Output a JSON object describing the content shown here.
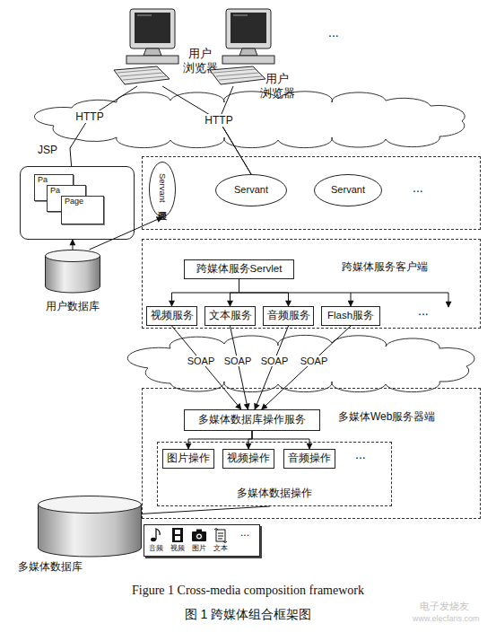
{
  "diagram": {
    "caption": "图 1 跨媒体组合框架图",
    "nodes": [
      {
        "text": [
          "用户 浏览器"
        ]
      },
      {
        "text": [
          "用户 浏览器"
        ]
      },
      {
        "text": []
      },
      {
        "text": [
          "Pa"
        ],
        "in": 2
      },
      {
        "text": [
          "Pa"
        ],
        "in": 2
      },
      {
        "text": [
          "Page"
        ],
        "in": 2
      },
      {
        "text": []
      },
      {
        "text": [
          "Servant 管理员"
        ],
        "in": 6
      },
      {
        "text": [
          "Servant"
        ],
        "in": 6
      },
      {
        "text": [
          "Servant"
        ],
        "in": 6
      },
      {
        "text": [
          "用户数据库"
        ]
      },
      {
        "text": [
          "跨媒体服务客户端"
        ]
      },
      {
        "text": [
          "跨媒体服务Servlet"
        ],
        "in": 11
      },
      {
        "text": [
          "视频服务"
        ],
        "in": 11
      },
      {
        "text": [
          "文本服务"
        ],
        "in": 11
      },
      {
        "text": [
          "音频服务"
        ],
        "in": 11
      },
      {
        "text": [
          "Flash服务"
        ],
        "in": 11
      },
      {
        "text": [
          "多媒体Web服务器端"
        ]
      },
      {
        "text": [
          "多媒体数据库操作服务"
        ],
        "in": 17
      },
      {
        "text": [
          "多媒体数据操作"
        ],
        "in": 17
      },
      {
        "text": [
          "图片操作"
        ],
        "in": 19
      },
      {
        "text": [
          "视频操作"
        ],
        "in": 19
      },
      {
        "text": [
          "音频操作"
        ],
        "in": 19
      },
      {
        "text": [
          "多媒体数据库"
        ]
      },
      {
        "text": [
          "音频",
          "视频",
          "图片",
          "文本",
          "..."
        ]
      }
    ],
    "edges": [
      {
        "from": 0,
        "to": 2,
        "label": "HTTP",
        "arrow": "none"
      },
      {
        "from": 0,
        "to": 8,
        "label": "HTTP",
        "arrow": "none"
      },
      {
        "from": 1,
        "to": 8,
        "arrow": "none"
      },
      {
        "from": 10,
        "to": 2,
        "arrow": "to"
      },
      {
        "from": 10,
        "to": 7,
        "arrow": "to"
      },
      {
        "from": 12,
        "to": 13,
        "arrow": "to"
      },
      {
        "from": 12,
        "to": 14,
        "arrow": "to"
      },
      {
        "from": 12,
        "to": 15,
        "arrow": "to"
      },
      {
        "from": 12,
        "to": 16,
        "arrow": "to"
      },
      {
        "from": 13,
        "to": 18,
        "label": "SOAP",
        "arrow": "to"
      },
      {
        "from": 14,
        "to": 18,
        "label": "SOAP",
        "arrow": "to"
      },
      {
        "from": 15,
        "to": 18,
        "label": "SOAP",
        "arrow": "to"
      },
      {
        "from": 16,
        "to": 18,
        "label": "SOAP",
        "arrow": "to"
      },
      {
        "from": 18,
        "to": 20,
        "arrow": "to"
      },
      {
        "from": 18,
        "to": 21,
        "arrow": "to"
      },
      {
        "from": 18,
        "to": 22,
        "arrow": "to"
      },
      {
        "from": 19,
        "to": 23,
        "arrow": "none"
      }
    ],
    "labels": [
      "...",
      "JSP",
      "...",
      "...",
      "...",
      "Figure 1 Cross-media composition framework",
      "电子发烧友",
      "www.elecfans.com"
    ]
  }
}
